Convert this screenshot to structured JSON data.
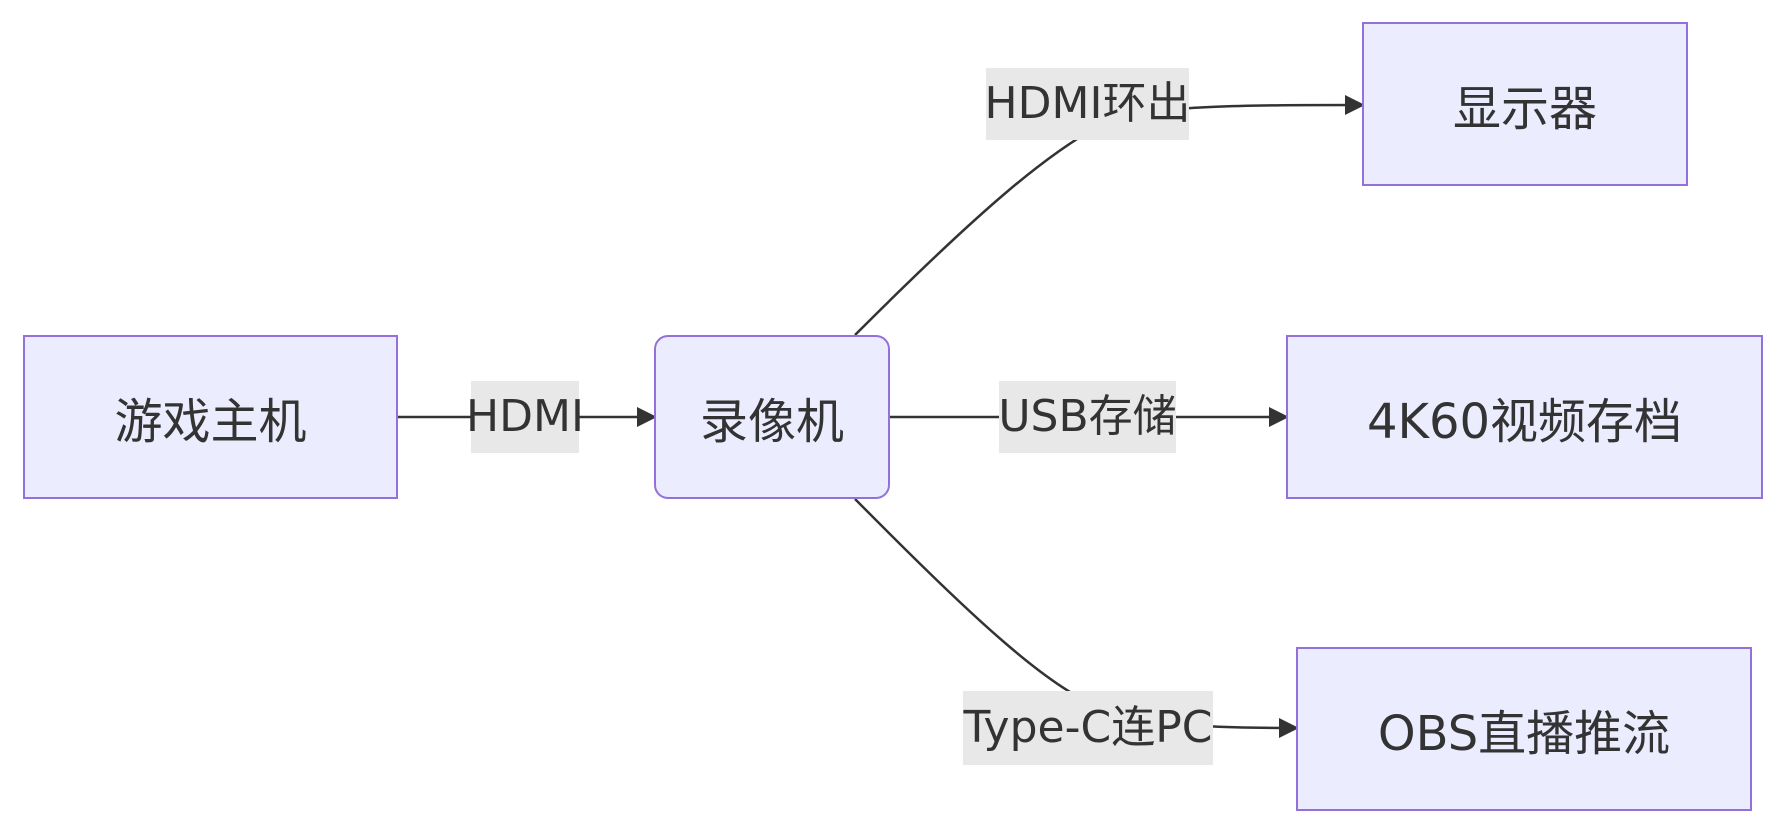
{
  "nodes": {
    "console": "游戏主机",
    "recorder": "录像机",
    "monitor": "显示器",
    "archive": "4K60视频存档",
    "obs": "OBS直播推流"
  },
  "edges": {
    "console_to_recorder": "HDMI",
    "recorder_to_monitor": "HDMI环出",
    "recorder_to_archive": "USB存储",
    "recorder_to_obs": "Type-C连PC"
  },
  "colors": {
    "node_fill": "#ececff",
    "node_border": "#9370db",
    "edge": "#333333",
    "label_bg": "#e8e8e8"
  }
}
